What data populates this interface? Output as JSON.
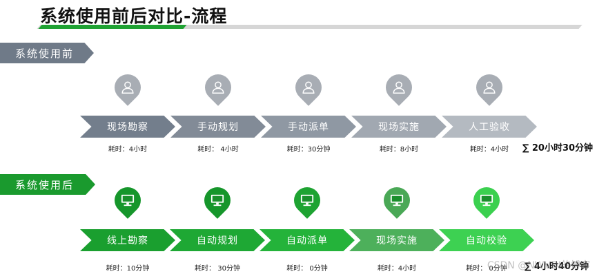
{
  "title": "系统使用前后对比-流程",
  "before": {
    "label": "系统使用前",
    "steps": [
      {
        "label": "现场勘察",
        "time": "耗时：4小时",
        "color": "#737e8c",
        "pin_color": "#a8adb4"
      },
      {
        "label": "手动规划",
        "time": "耗时： 4小时",
        "color": "#828b97",
        "pin_color": "#a8adb4"
      },
      {
        "label": "手动派单",
        "time": "耗时：30分钟",
        "color": "#8f98a3",
        "pin_color": "#a8adb4"
      },
      {
        "label": "现场实施",
        "time": "耗时：8小时",
        "color": "#a1a8b1",
        "pin_color": "#a8adb4"
      },
      {
        "label": "人工验收",
        "time": "耗时：4小时",
        "color": "#b4bac1",
        "pin_color": "#a8adb4"
      }
    ],
    "total": "∑ 20小时30分钟",
    "icon": "user-icon"
  },
  "after": {
    "label": "系统使用后",
    "steps": [
      {
        "label": "线上勘察",
        "time": "耗时：10分钟",
        "color": "#1a9f2f",
        "pin_color": "#16962b"
      },
      {
        "label": "自动规划",
        "time": "耗时： 30分钟",
        "color": "#1ea834",
        "pin_color": "#16962b"
      },
      {
        "label": "自动派单",
        "time": "耗时： 0分钟",
        "color": "#24b33a",
        "pin_color": "#1ea332"
      },
      {
        "label": "现场实施",
        "time": "耗时：4小时",
        "color": "#4db05b",
        "pin_color": "#4aa856"
      },
      {
        "label": "自动校验",
        "time": "耗时： 0分钟",
        "color": "#3dd152",
        "pin_color": "#3bd04f"
      }
    ],
    "total": "∑ 4小时40分钟",
    "icon": "monitor-icon"
  },
  "watermark": "CSDN @NWVDI的博客"
}
